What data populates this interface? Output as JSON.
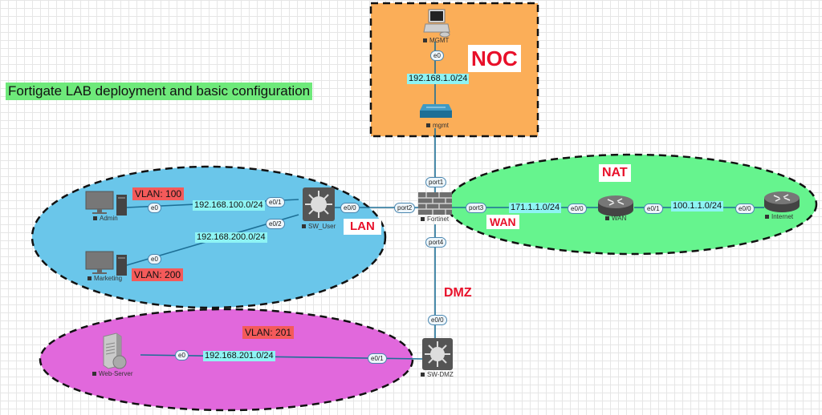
{
  "title": "Fortigate LAB deployment and basic configuration",
  "zones": {
    "noc": {
      "label": "NOC",
      "fill": "#fbae58"
    },
    "lan": {
      "label": "LAN",
      "fill": "#6ac6ea"
    },
    "nat": {
      "label": "NAT",
      "fill": "#66f48e"
    },
    "wan": {
      "label": "WAN"
    },
    "dmz": {
      "label": "DMZ"
    },
    "dmz_segment": {
      "fill": "#e168dc"
    }
  },
  "nodes": {
    "mgmt_pc": {
      "name": "MGMT",
      "icon": "workstation-icon"
    },
    "mgmt_switch": {
      "name": "mgmt",
      "icon": "switch-icon"
    },
    "admin": {
      "name": "Admin",
      "icon": "desktop-pc-icon"
    },
    "marketing": {
      "name": "Marketing",
      "icon": "desktop-pc-icon"
    },
    "sw_user": {
      "name": "SW_User",
      "icon": "layer3-switch-icon"
    },
    "fortinet": {
      "name": "Fortinet",
      "icon": "firewall-icon"
    },
    "wan_router": {
      "name": "WAN",
      "icon": "router-icon"
    },
    "internet": {
      "name": "Internet",
      "icon": "router-icon"
    },
    "sw_dmz": {
      "name": "SW-DMZ",
      "icon": "layer3-switch-icon"
    },
    "web_server": {
      "name": "Web-Server",
      "icon": "server-icon"
    }
  },
  "networks": {
    "mgmt": "192.168.1.0/24",
    "vlan100": "192.168.100.0/24",
    "vlan200": "192.168.200.0/24",
    "wan": "171.1.1.0/24",
    "internet": "100.1.1.0/24",
    "dmz": "192.168.201.0/24"
  },
  "vlans": {
    "admin": "VLAN: 100",
    "marketing": "VLAN: 200",
    "dmz": "VLAN: 201"
  },
  "ports": {
    "mgmt_e0": "e0",
    "admin_e0": "e0",
    "marketing_e0": "e0",
    "swuser_e01": "e0/1",
    "swuser_e02": "e0/2",
    "swuser_e00": "e0/0",
    "fw_port1": "port1",
    "fw_port2": "port2",
    "fw_port3": "port3",
    "fw_port4": "port4",
    "wan_e00": "e0/0",
    "wan_e01": "e0/1",
    "internet_e00": "e0/0",
    "swdmz_e00": "e0/0",
    "swdmz_e01": "e0/1",
    "web_e0": "e0"
  },
  "colors": {
    "link": "#1d6f96",
    "zone_label": "#e8102a"
  }
}
